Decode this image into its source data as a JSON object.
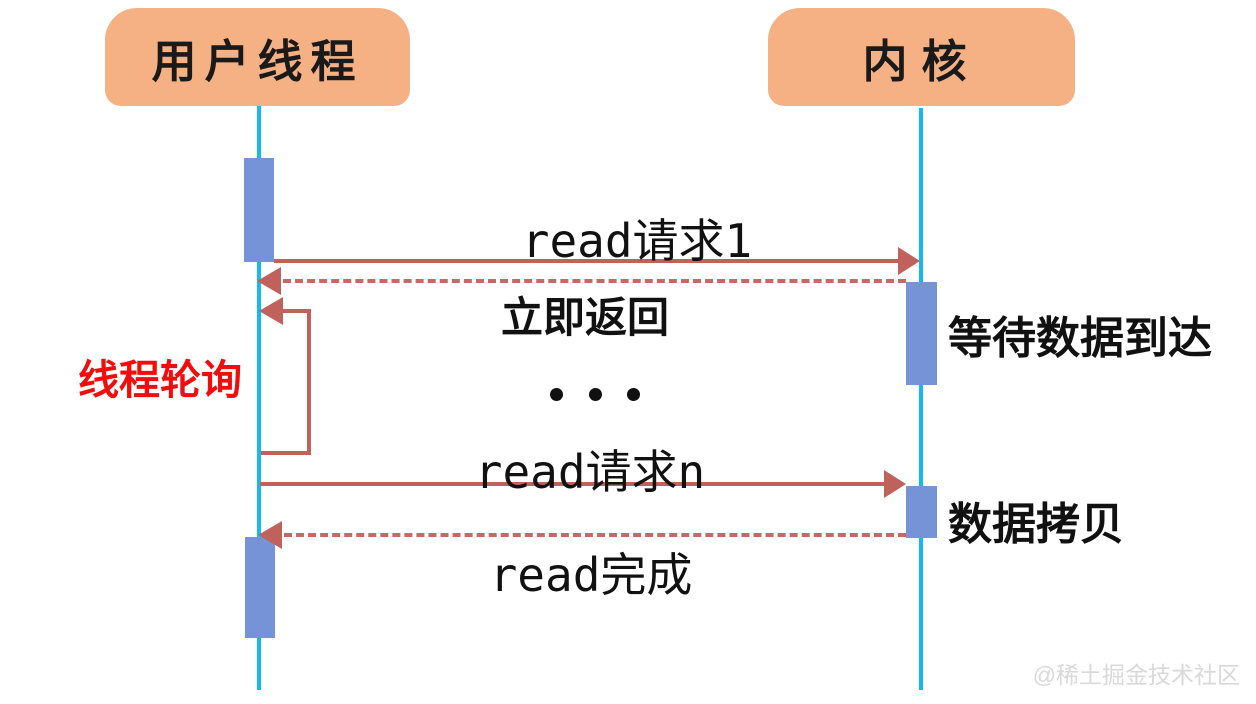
{
  "diagram": {
    "title_hint": "non-blocking IO polling sequence diagram",
    "actors": {
      "user": "用户线程",
      "kernel": "内核"
    },
    "messages": {
      "read_request_1": "read请求1",
      "immediate_return": "立即返回",
      "ellipsis": "...",
      "read_request_n": "read请求n",
      "read_complete": "read完成"
    },
    "annotations": {
      "thread_polling": "线程轮询",
      "wait_for_data": "等待数据到达",
      "data_copy": "数据拷贝"
    },
    "watermark": "@稀土掘金技术社区",
    "colors": {
      "actor_fill": "#F5B183",
      "activation_fill": "#7693D7",
      "lifeline": "#18B7EC",
      "arrow": "#C0625C",
      "polling_text": "#F20D0D",
      "label_text": "#111111",
      "watermark_text": "#D9D9D9",
      "background": "#FFFFFF"
    }
  }
}
